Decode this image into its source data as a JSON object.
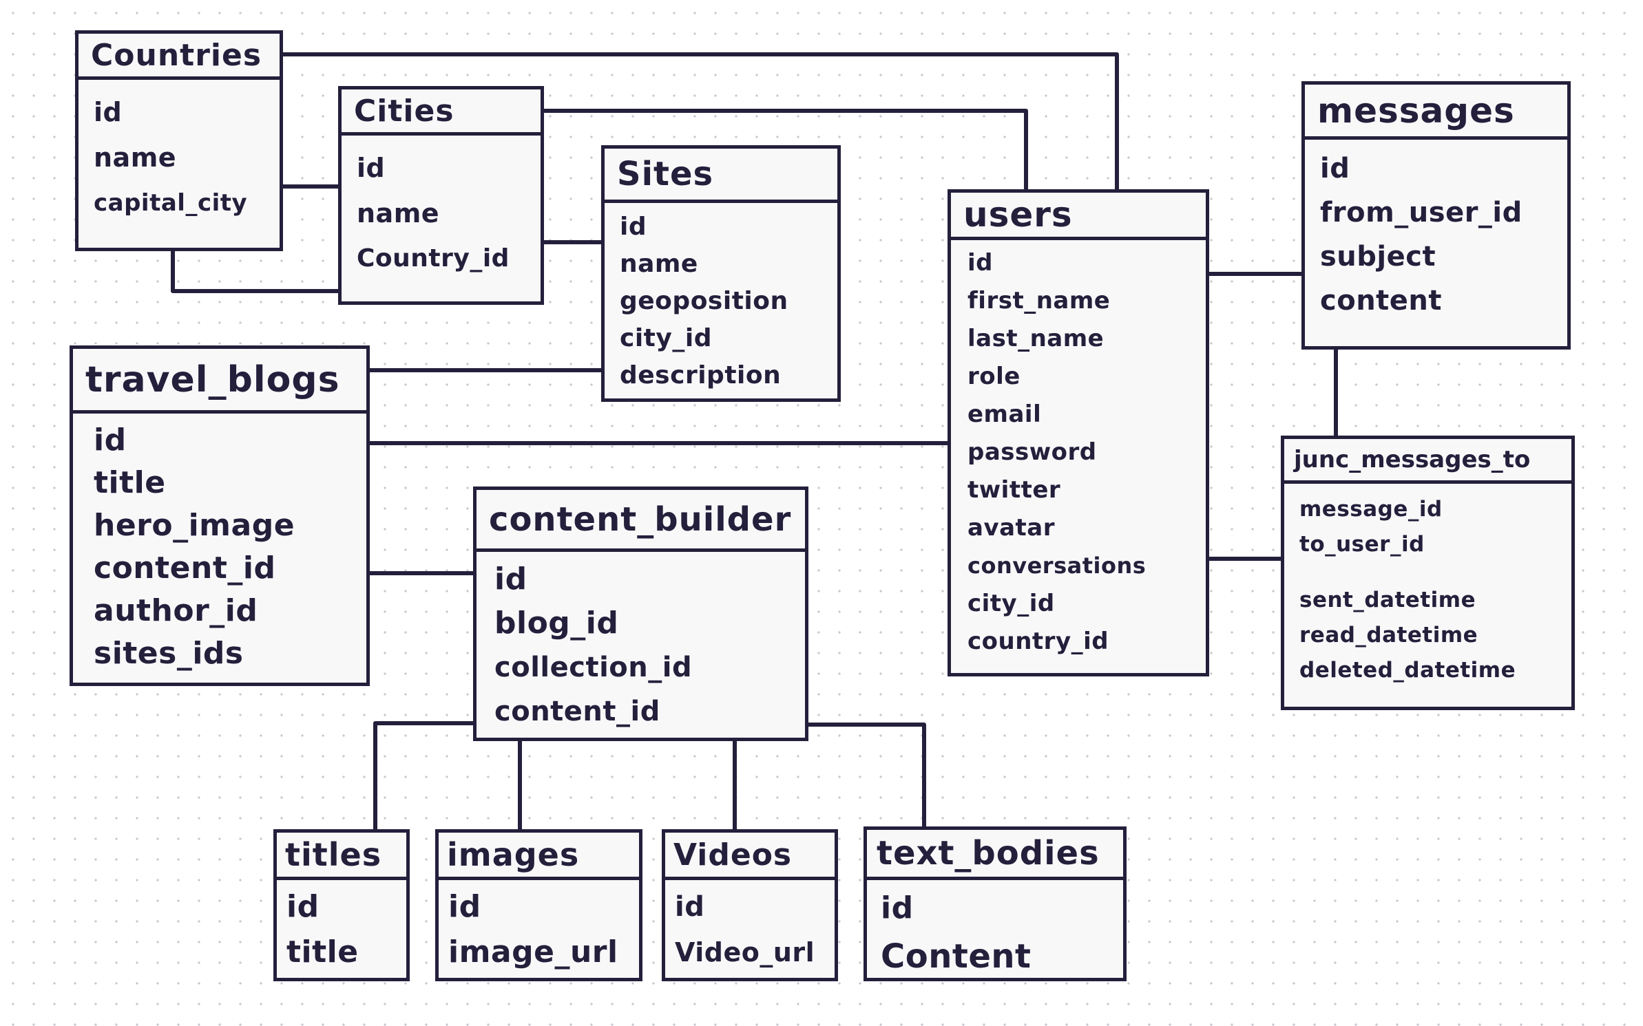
{
  "tables": [
    {
      "id": "countries",
      "name": "Countries",
      "fields": [
        "id",
        "name",
        "capital_city"
      ]
    },
    {
      "id": "cities",
      "name": "Cities",
      "fields": [
        "id",
        "name",
        "Country_id"
      ]
    },
    {
      "id": "sites",
      "name": "Sites",
      "fields": [
        "id",
        "name",
        "geoposition",
        "city_id",
        "description"
      ]
    },
    {
      "id": "users",
      "name": "users",
      "fields": [
        "id",
        "first_name",
        "last_name",
        "role",
        "email",
        "password",
        "twitter",
        "avatar",
        "conversations",
        "city_id",
        "country_id"
      ]
    },
    {
      "id": "messages",
      "name": "messages",
      "fields": [
        "id",
        "from_user_id",
        "subject",
        "content"
      ]
    },
    {
      "id": "travel-blogs",
      "name": "travel_blogs",
      "fields": [
        "id",
        "title",
        "hero_image",
        "content_id",
        "author_id",
        "sites_ids"
      ]
    },
    {
      "id": "content-builder",
      "name": "content_builder",
      "fields": [
        "id",
        "blog_id",
        "collection_id",
        "content_id"
      ]
    },
    {
      "id": "junc-messages-to",
      "name": "junc_messages_to",
      "fields": [
        "message_id",
        "to_user_id",
        "sent_datetime",
        "read_datetime",
        "deleted_datetime"
      ]
    },
    {
      "id": "titles",
      "name": "titles",
      "fields": [
        "id",
        "title"
      ]
    },
    {
      "id": "images",
      "name": "images",
      "fields": [
        "id",
        "image_url"
      ]
    },
    {
      "id": "videos",
      "name": "Videos",
      "fields": [
        "id",
        "Video_url"
      ]
    },
    {
      "id": "text-bodies",
      "name": "text_bodies",
      "fields": [
        "id",
        "Content"
      ]
    }
  ]
}
